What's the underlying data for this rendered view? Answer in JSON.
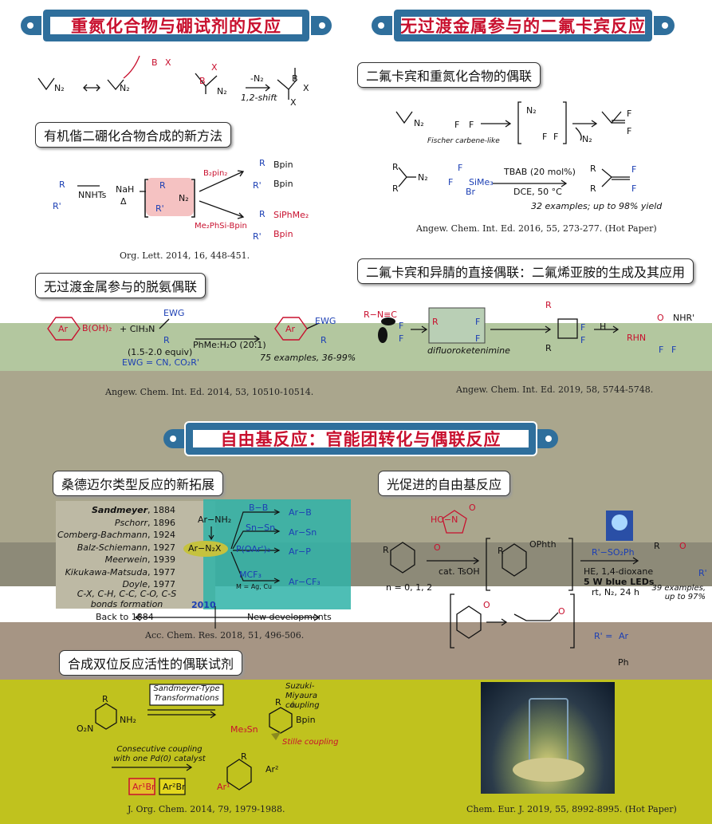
{
  "colors": {
    "banner_border": "#2f6f9c",
    "title_red": "#c8102e",
    "chem_blue": "#1c3fb4",
    "band_green": "#b3c79f",
    "band_grey": "#aaa68d",
    "band_brown": "#a69584",
    "band_olive": "#c0c21e"
  },
  "sections": {
    "boron": {
      "title": "重氮化合物与硼试剂的反应"
    },
    "carbene": {
      "title": "无过渡金属参与的二氟卡宾反应"
    },
    "radical": {
      "title": "自由基反应：官能团转化与偶联反应"
    }
  },
  "subs": {
    "diboron": "有机偕二硼化合物合成的新方法",
    "deamination": "无过渡金属参与的脱氨偶联",
    "fischer": "二氟卡宾和重氮化合物的偶联",
    "isonitrile": "二氟卡宾和异腈的直接偶联：二氟烯亚胺的生成及其应用",
    "sandmeyer": "桑德迈尔类型反应的新拓展",
    "photo": "光促进的自由基反应",
    "dual": "合成双位反应活性的偶联试剂"
  },
  "citations": {
    "orglett": "Org. Lett. 2014, 16, 448-451.",
    "angew2014_a": "Angew. Chem. Int. Ed. 2014, 53, 10510-10514.",
    "angew2016": "Angew. Chem. Int. Ed. 2016, 55, 273-277. (Hot Paper)",
    "angew2019": "Angew. Chem. Int. Ed. 2019, 58, 5744-5748.",
    "accchem": "Acc. Chem. Res. 2018, 51, 496-506.",
    "joc": "J. Org. Chem. 2014, 79, 1979-1988.",
    "chemeur": "Chem. Eur. J. 2019, 55, 8992-8995. (Hot Paper)"
  },
  "scheme_text": {
    "n2": "N₂",
    "minus_n2": "-N₂",
    "shift": "1,2-shift",
    "b": "B",
    "x": "X",
    "nnhts": "NNHTs",
    "nah": "NaH",
    "delta": "Δ",
    "b2pin2": "B₂pin₂",
    "bpin": "Bpin",
    "me2phsi": "Me₂PhSi-Bpin",
    "siphme2": "SiPhMe₂",
    "r": "R",
    "rp": "R'",
    "boh2": "B(OH)₂",
    "clh3n": "+ ClH₃N",
    "ewg": "EWG",
    "conditions": "PhMe:H₂O (20:1)",
    "equiv": "(1.5-2.0 equiv)",
    "ewg_list": "EWG = CN, CO₂R'",
    "examples75": "75 examples, 36-99%",
    "ar": "Ar",
    "fischer_like": "Fischer carbene-like",
    "f": "F",
    "tbab": "TBAB (20 mol%)",
    "dce": "DCE, 50 °C",
    "sime3": "SiMe₃",
    "br": "Br",
    "examples32": "32 examples; up to 98% yield",
    "isonitrile": "R−N≡C",
    "difluoroketenimine": "difluoroketenimine",
    "h": "H",
    "rhn": "RHN",
    "nhr": "NHR'",
    "o": "O"
  },
  "sandmeyer_panel": {
    "names": [
      {
        "n": "Sandmeyer",
        "y": "1884"
      },
      {
        "n": "Pschorr",
        "y": "1896"
      },
      {
        "n": "Comberg-Bachmann",
        "y": "1924"
      },
      {
        "n": "Balz-Schiemann",
        "y": "1927"
      },
      {
        "n": "Meerwein",
        "y": "1939"
      },
      {
        "n": "Kikukawa-Matsuda",
        "y": "1977"
      },
      {
        "n": "Doyle",
        "y": "1977"
      }
    ],
    "bonds": "C-X, C-H, C-C, C-O, C-S bonds formation",
    "arnh2": "Ar−NH₂",
    "arn2x": "Ar−N₂X",
    "reagents": [
      "B−B",
      "Sn−Sn",
      "P(OAr')₃",
      "MCF₃"
    ],
    "products": [
      "Ar−B",
      "Ar−Sn",
      "Ar−P",
      "Ar−CF₃"
    ],
    "m_note": "M = Ag, Cu",
    "year": "2010",
    "back": "Back to 1884",
    "new": "New developments"
  },
  "photo_panel": {
    "ho": "HO−N",
    "acid": "cat. TsOH",
    "n_range": "n = 0, 1, 2",
    "ophth": "OPhth",
    "sulfone": "R'−SO₂Ph",
    "cond1": "HE, 1,4-dioxane",
    "cond2": "5 W blue LEDs",
    "cond3": "rt, N₂, 24 h",
    "yield": "39 examples, up to 97%",
    "rprime": "R' =",
    "ph": "Ph"
  },
  "dual_panel": {
    "aniline": "NH₂",
    "no2": "O₂N",
    "sandmeyer_box": "Sandmeyer-Type Transformations",
    "suzuki": "Suzuki-Miyaura coupling",
    "stille": "Stille coupling",
    "me3sn": "Me₃Sn",
    "bpin": "Bpin",
    "consec": "Consecutive coupling with one Pd(0) catalyst",
    "ar1br": "Ar¹Br",
    "ar2br": "Ar²Br",
    "ar1": "Ar¹",
    "ar2": "Ar²"
  }
}
